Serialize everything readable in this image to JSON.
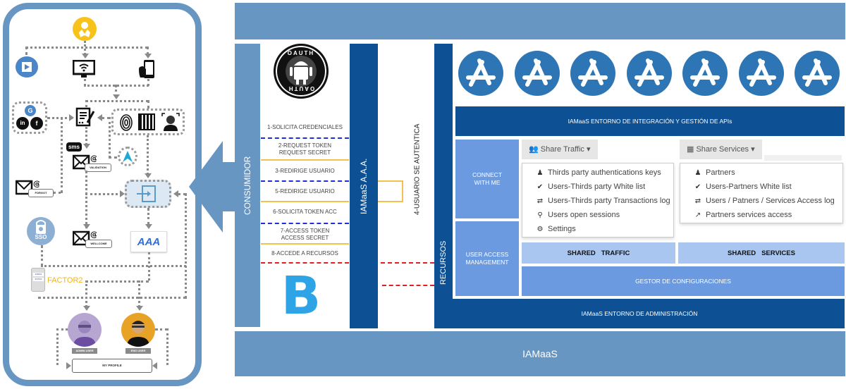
{
  "left_panel": {
    "tags": {
      "validation": "VALIDATION",
      "forgot": "FORGOT",
      "wellcome": "WELLCOME",
      "admin_user": "ADMIN USER",
      "end_user": "END USER",
      "my_profile": "MY PROFILE"
    },
    "sms": "sms",
    "sso": "SSO",
    "aaa": "AAA",
    "factor2": "FACTOR2",
    "phone_codes": [
      "428431",
      "967532"
    ],
    "social": [
      "G",
      "in",
      "f"
    ]
  },
  "diagram": {
    "consumidor": "CONSUMIDOR",
    "iamaas_aaa": "IAMaaS  A.A.A.",
    "usuario_autentica": "4-USUARIO SE AUTENTICA",
    "recursos": "RECURSOS",
    "oauth_badge": "OAUTH",
    "steps": [
      "1-SOLICITA CREDENCIALES",
      "2-REQUEST TOKEN\nREQUEST SECRET",
      "3-REDIRIGE USUARIO",
      "5-REDIRIGE USUARIO",
      "6-SOLICITA TOKEN ACC",
      "7-ACCESS  TOKEN\nACCESS SECRET",
      "8-ACCEDE A RECURSOS"
    ],
    "app_icon_count": 7,
    "integracion_title": "IAMaaS  ENTORNO DE INTEGRACIÓN Y GESTIÓN DE  APIs",
    "connect_with_me": "CONNECT\nWITH  ME",
    "user_access_management": "USER  ACCESS\nMANAGEMENT",
    "share_traffic": {
      "label": "Share Traffic",
      "items": [
        {
          "icon": "user-icon",
          "label": "Thirds party authentications keys"
        },
        {
          "icon": "check-icon",
          "label": "Users-Thirds party White list"
        },
        {
          "icon": "exchange-icon",
          "label": "Users-Thirds party Transactions log"
        },
        {
          "icon": "key-icon",
          "label": "Users open sessions"
        },
        {
          "icon": "gear-icon",
          "label": "Settings"
        }
      ]
    },
    "share_services": {
      "label": "Share Services",
      "items": [
        {
          "icon": "user-icon",
          "label": "Partners"
        },
        {
          "icon": "check-icon",
          "label": "Users-Partners White list"
        },
        {
          "icon": "exchange-icon",
          "label": "Users / Patners / Services Access log"
        },
        {
          "icon": "external-link-icon",
          "label": "Partners services access"
        }
      ]
    },
    "shared_traffic": "SHARED   TRAFFIC",
    "shared_services": "SHARED   SERVICES",
    "gestor": "GESTOR DE CONFIGURACIONES",
    "administracion": "IAMaaS  ENTORNO DE ADMINISTRACIÓN",
    "footer": "IAMaaS"
  },
  "colors": {
    "light_blue": "#6896c3",
    "dark_blue": "#0d5094",
    "mid_blue": "#6b9ae0",
    "pale_blue": "#a8c6f0",
    "app_blue": "#2e75b6",
    "yellow": "#f2c14e",
    "dash_blue": "#1e2fd6",
    "dash_red": "#e02020"
  }
}
